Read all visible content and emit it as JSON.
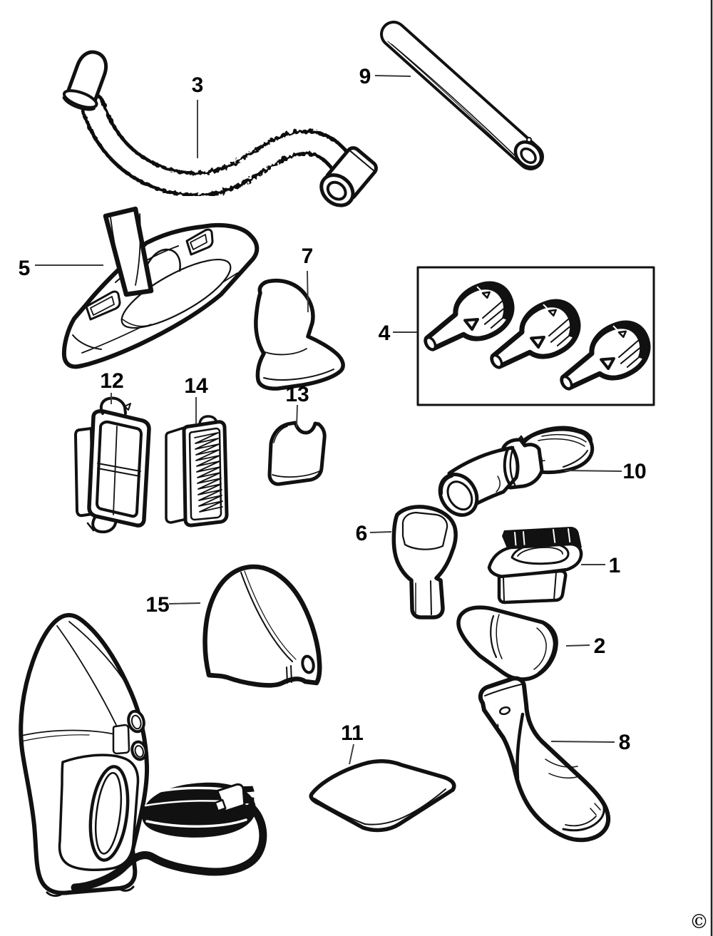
{
  "figure": {
    "copyright": "©",
    "labels": {
      "p1": "1",
      "p2": "2",
      "p3": "3",
      "p4": "4",
      "p5": "5",
      "p6": "6",
      "p7": "7",
      "p8": "8",
      "p9": "9",
      "p10": "10",
      "p11": "11",
      "p12": "12",
      "p13": "13",
      "p14": "14",
      "p15": "15"
    }
  }
}
